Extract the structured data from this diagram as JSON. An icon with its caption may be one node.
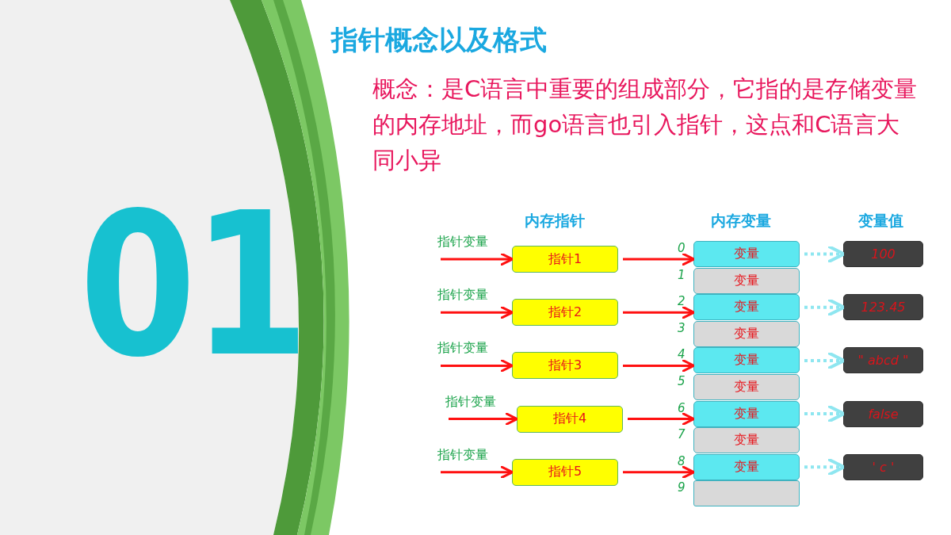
{
  "diagram": {
    "title": "指针概念以及格式",
    "nodes": [
      {
        "text": [
          "指针1"
        ]
      },
      {
        "text": [
          "指针2"
        ]
      },
      {
        "text": [
          "指针3"
        ]
      },
      {
        "text": [
          "指针4"
        ]
      },
      {
        "text": [
          "指针5"
        ]
      },
      {
        "text": [
          "变量"
        ],
        "beside": [
          "0"
        ]
      },
      {
        "text": [
          "变量"
        ],
        "beside": [
          "1"
        ]
      },
      {
        "text": [
          "变量"
        ],
        "beside": [
          "2"
        ]
      },
      {
        "text": [
          "变量"
        ],
        "beside": [
          "3"
        ]
      },
      {
        "text": [
          "变量"
        ],
        "beside": [
          "4"
        ]
      },
      {
        "text": [
          "变量"
        ],
        "beside": [
          "5"
        ]
      },
      {
        "text": [
          "变量"
        ],
        "beside": [
          "6"
        ]
      },
      {
        "text": [
          "变量"
        ],
        "beside": [
          "7"
        ]
      },
      {
        "text": [
          "变量"
        ],
        "beside": [
          "8"
        ]
      },
      {
        "text": [],
        "shape": "box",
        "beside": [
          "9"
        ]
      },
      {
        "text": [
          "100"
        ]
      },
      {
        "text": [
          "123.45"
        ]
      },
      {
        "text": [
          "\" abcd \""
        ]
      },
      {
        "text": [
          "false"
        ]
      },
      {
        "text": [
          "' c '"
        ]
      }
    ],
    "edges": [
      {
        "from": null,
        "to": 0,
        "arrow": "to",
        "label": "指针变量"
      },
      {
        "from": 0,
        "to": 5,
        "arrow": "to"
      },
      {
        "from": 5,
        "to": 15,
        "arrow": "to",
        "style": "dashed",
        "color": "#8ee6f0"
      },
      {
        "from": null,
        "to": 1,
        "arrow": "to",
        "label": "指针变量"
      },
      {
        "from": 1,
        "to": 7,
        "arrow": "to"
      },
      {
        "from": 7,
        "to": 16,
        "arrow": "to",
        "style": "dashed",
        "color": "#8ee6f0"
      },
      {
        "from": null,
        "to": 2,
        "arrow": "to",
        "label": "指针变量"
      },
      {
        "from": 2,
        "to": 9,
        "arrow": "to"
      },
      {
        "from": 9,
        "to": 17,
        "arrow": "to",
        "style": "dashed",
        "color": "#8ee6f0"
      },
      {
        "from": null,
        "to": 3,
        "arrow": "to",
        "label": "指针变量"
      },
      {
        "from": 3,
        "to": 11,
        "arrow": "to"
      },
      {
        "from": 11,
        "to": 18,
        "arrow": "to",
        "style": "dashed",
        "color": "#8ee6f0"
      },
      {
        "from": null,
        "to": 4,
        "arrow": "to",
        "label": "指针变量"
      },
      {
        "from": 4,
        "to": 13,
        "arrow": "to"
      },
      {
        "from": 13,
        "to": 19,
        "arrow": "to",
        "style": "dashed",
        "color": "#8ee6f0"
      }
    ],
    "labels": [
      "01",
      "概念：是C语言中重要的组成部分，它指的是存储变量的内存地址，而go语言也引入指针，这点和C语言大同小异",
      "内存指针",
      "内存变量",
      "变量值"
    ]
  }
}
